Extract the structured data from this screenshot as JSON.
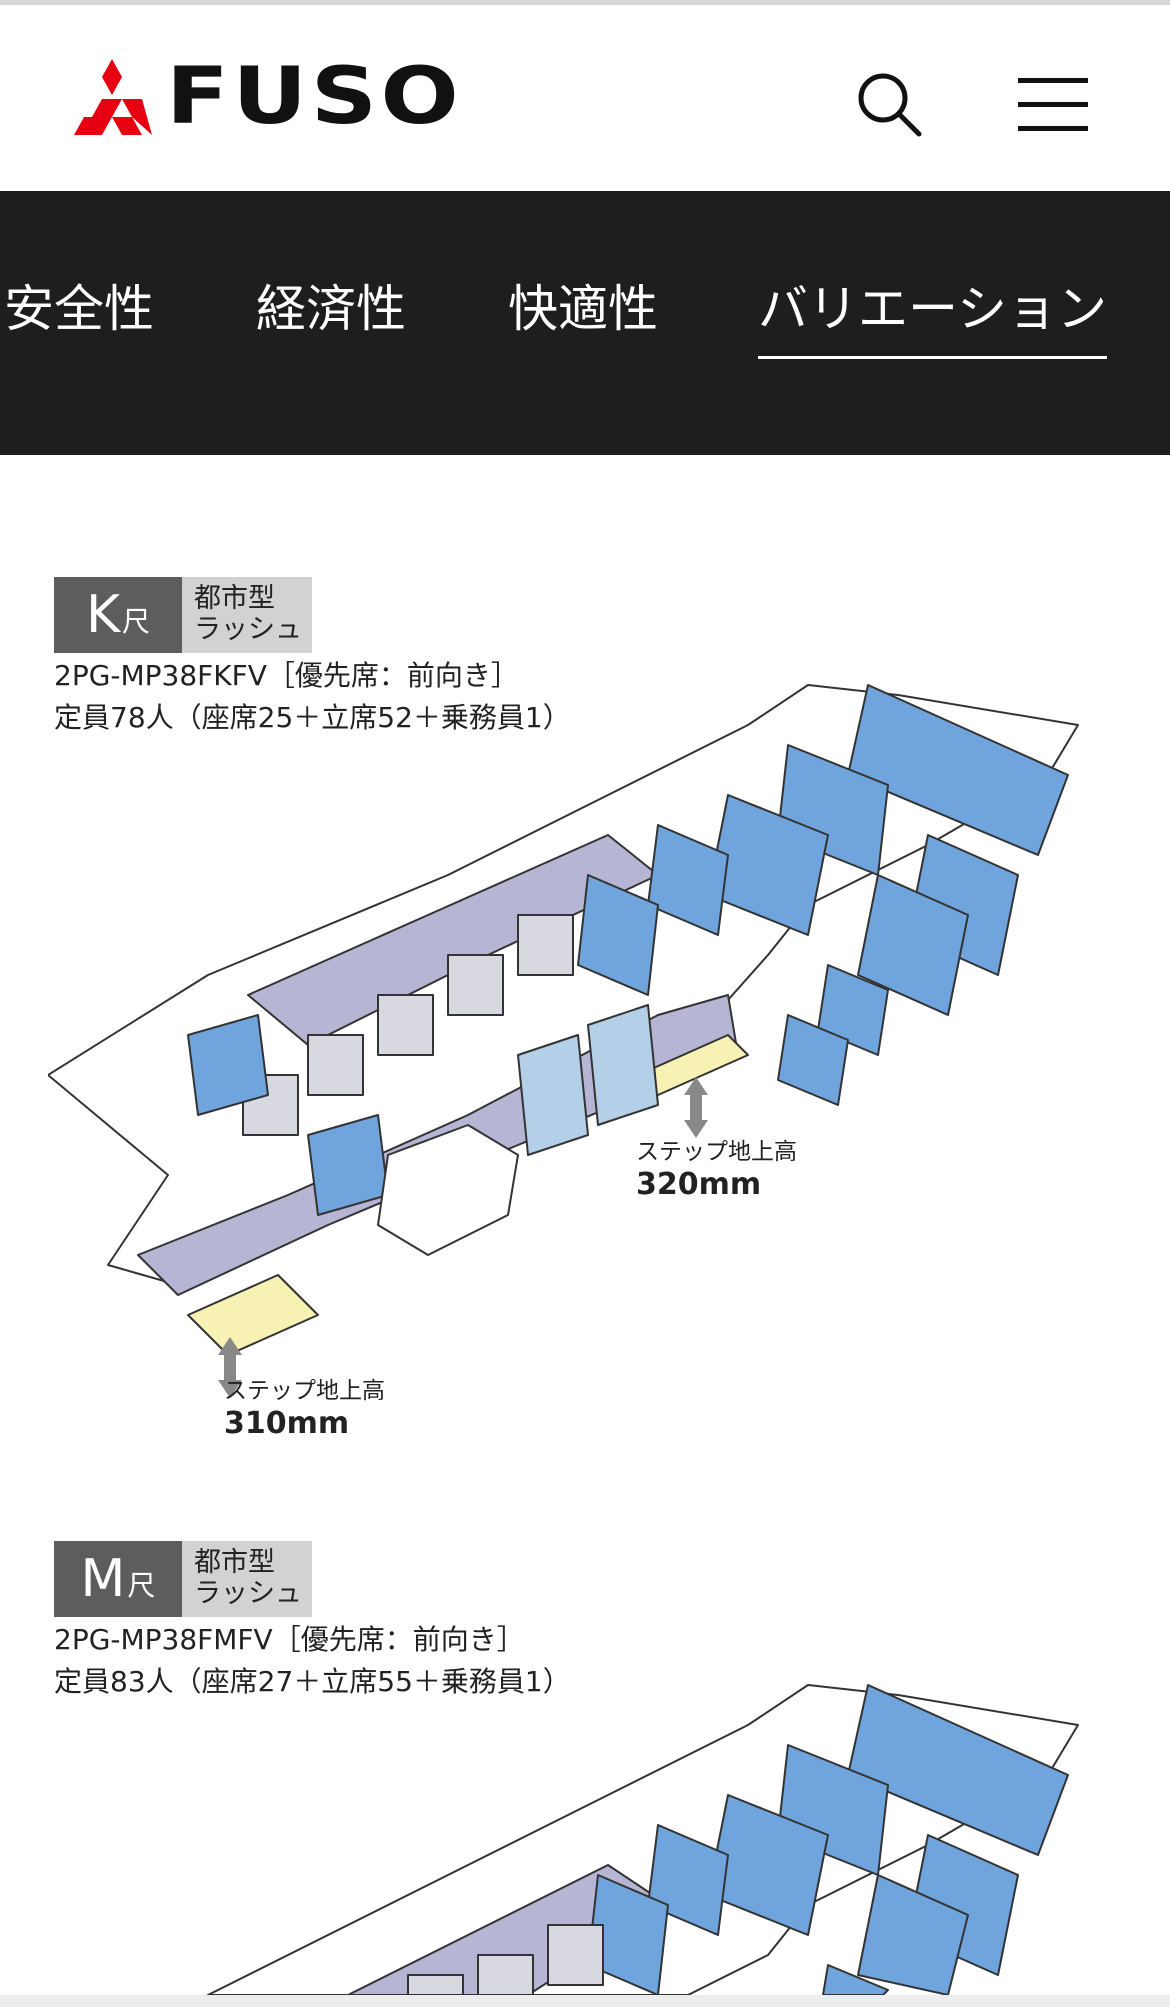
{
  "header": {
    "brand": "FUSO",
    "brand_color": "#e60012",
    "search_icon": "search-icon",
    "menu_icon": "hamburger-menu-icon"
  },
  "nav": {
    "tabs": [
      {
        "label": "安全性"
      },
      {
        "label": "経済性"
      },
      {
        "label": "快適性"
      },
      {
        "label": "バリエーション",
        "active": true
      }
    ]
  },
  "variants": [
    {
      "code": "K",
      "code_sub": "尺",
      "type_line1": "都市型",
      "type_line2": "ラッシュ",
      "model": "2PG-MP38FKFV［優先席：前向き］",
      "capacity": "定員78人（座席25＋立席52＋乗務員1）",
      "step_front_label": "ステップ地上高",
      "step_front_value": "310mm",
      "step_middle_label": "ステップ地上高",
      "step_middle_value": "320mm"
    },
    {
      "code": "M",
      "code_sub": "尺",
      "type_line1": "都市型",
      "type_line2": "ラッシュ",
      "model": "2PG-MP38FMFV［優先席：前向き］",
      "capacity": "定員83人（座席27＋立席55＋乗務員1）"
    }
  ],
  "colors": {
    "seat_blue": "#6fa4dc",
    "seat_light": "#b3d0e8",
    "floor": "#b6b6d4",
    "step_yellow": "#f7f2b4",
    "nav_bg": "#1e1e1e"
  }
}
